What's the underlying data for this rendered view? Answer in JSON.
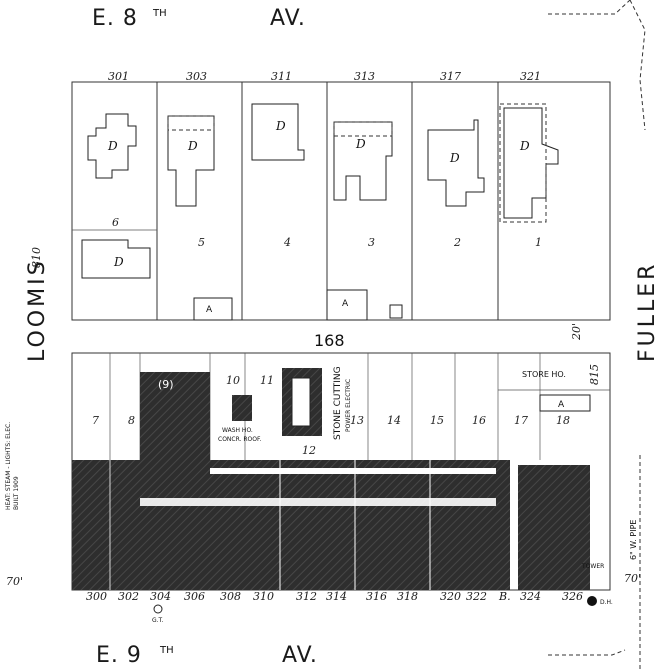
{
  "streets": {
    "north": {
      "name": "E. 8",
      "suffix": "TH",
      "type": "AV."
    },
    "south": {
      "name": "E. 9",
      "suffix": "TH",
      "type": "AV."
    },
    "west": "LOOMIS",
    "east": "FULLER"
  },
  "block_number": "168",
  "north_addresses": [
    "301",
    "303",
    "311",
    "313",
    "317",
    "321"
  ],
  "south_addresses": [
    "300",
    "302",
    "304",
    "306",
    "308",
    "310",
    "312",
    "314",
    "316",
    "318",
    "320",
    "322",
    "B.",
    "324",
    "326"
  ],
  "north_lots": [
    "6",
    "5",
    "4",
    "3",
    "2",
    "1"
  ],
  "south_lots": [
    "7",
    "8",
    "10",
    "11",
    "12",
    "13",
    "14",
    "15",
    "16",
    "17",
    "18"
  ],
  "side_numbers": {
    "west_810": "810",
    "east_815": "815",
    "east_20": "20'",
    "west_70": "70'",
    "east_70": "70'"
  },
  "building_marks": {
    "dwelling": "D",
    "auto": "A",
    "nine": "(9)"
  },
  "labels": {
    "wash_house": "WASH HO.",
    "wash_roof": "CONCR. ROOF.",
    "stone_cutting": "STONE CUTTING",
    "power_electric": "POWER ELECTRIC",
    "store_house": "STORE HO.",
    "tower": "TOWER",
    "dh": "D.H.",
    "gt": "G.T.",
    "pipe": "6\" W. PIPE",
    "heat_note_1": "HEAT: STEAM - LIGHTS: ELEC.",
    "heat_note_2": "BUILT 1909"
  },
  "colors": {
    "ink": "#1a1a1a",
    "dark_fill": "#2a2a2a",
    "paper": "#ffffff"
  }
}
